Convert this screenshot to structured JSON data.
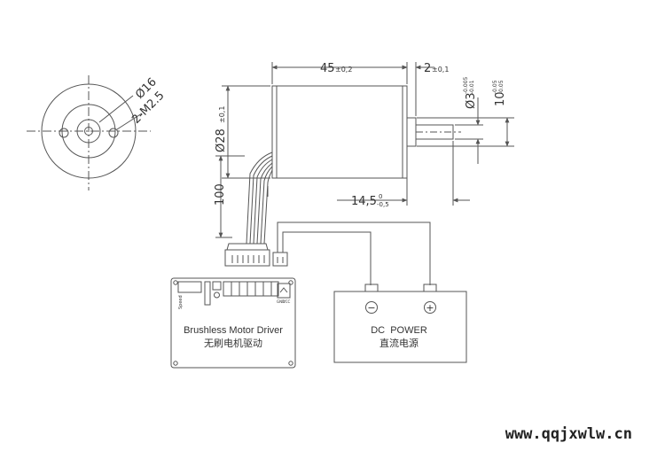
{
  "front_view": {
    "dia_label": "Ø16",
    "hole_label": "2-M2.5"
  },
  "motor": {
    "length_label": "45",
    "length_tol": "±0,2",
    "shaft_step_label": "2",
    "shaft_step_tol": "±0,1",
    "body_dia_label": "Ø28",
    "body_dia_tol": "±0,1",
    "shaft_dia_label": "Ø3",
    "shaft_dia_tol_up": "-0.005",
    "shaft_dia_tol_dn": "-0.01",
    "shaft_len_label": "10",
    "shaft_len_tol_up": "-0.05",
    "shaft_len_tol_dn": "-0.05",
    "extend_label": "14,5",
    "extend_tol_up": "0",
    "extend_tol_dn": "-0,5",
    "cable_len_label": "100"
  },
  "driver": {
    "title": "Brushless Motor Driver",
    "title_cn": "无刷电机驱动",
    "chip_label": "Speed",
    "gnd_label": "GND",
    "vcc_label": "VCC"
  },
  "power": {
    "title": "DC  POWER",
    "title_cn": "直流电源",
    "neg_symbol": "−",
    "pos_symbol": "+"
  },
  "watermark": "www.qqjxwlw.cn",
  "colors": {
    "line": "#555555",
    "text": "#333333",
    "watermark": "#222222"
  }
}
